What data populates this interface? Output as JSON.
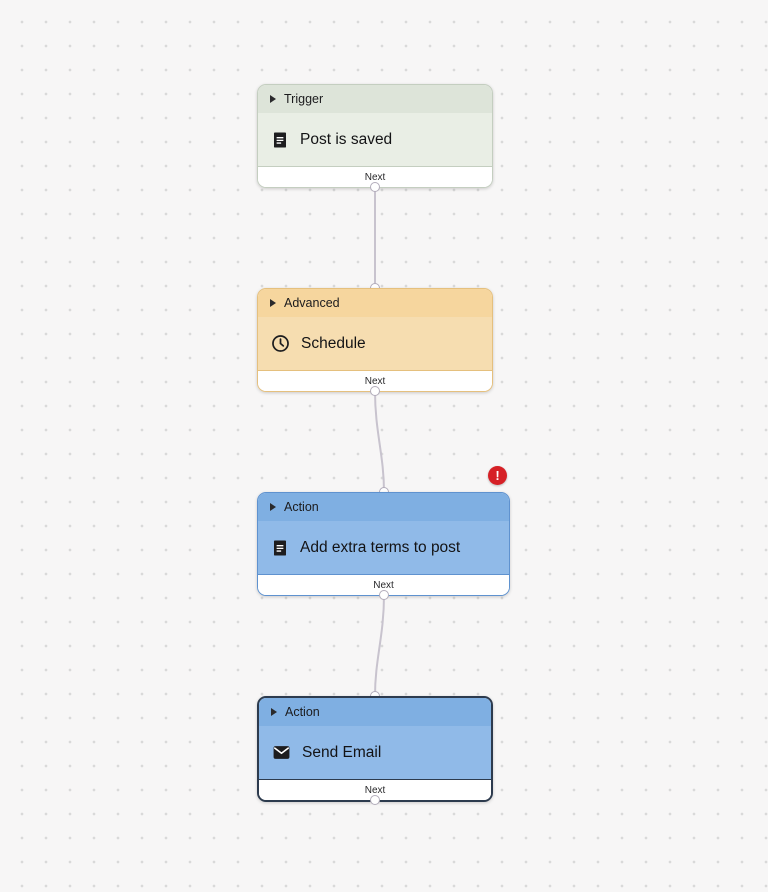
{
  "canvas": {
    "background": "#f7f6f6",
    "dot_color": "#d9d9d9"
  },
  "edge_color": "#c8c3ce",
  "nodes": [
    {
      "category": "Trigger",
      "title": "Post is saved",
      "footer_label": "Next",
      "icon": "document-icon",
      "colors": {
        "header": "#dde4d9",
        "body": "#e9eee5",
        "border": "#c4cec0"
      }
    },
    {
      "category": "Advanced",
      "title": "Schedule",
      "footer_label": "Next",
      "icon": "clock-icon",
      "colors": {
        "header": "#f6d69e",
        "body": "#f6ddb0",
        "border": "#e5c07e"
      }
    },
    {
      "category": "Action",
      "title": "Add extra terms to post",
      "footer_label": "Next",
      "icon": "document-icon",
      "colors": {
        "header": "#7fafe2",
        "body": "#90bae8",
        "border": "#5f92cf"
      },
      "has_error": true
    },
    {
      "category": "Action",
      "title": "Send Email",
      "footer_label": "Next",
      "icon": "mail-icon",
      "colors": {
        "header": "#7fafe2",
        "body": "#90bae8",
        "border": "#2d3b4e"
      },
      "selected": true
    }
  ],
  "error_badge": {
    "label": "!"
  }
}
